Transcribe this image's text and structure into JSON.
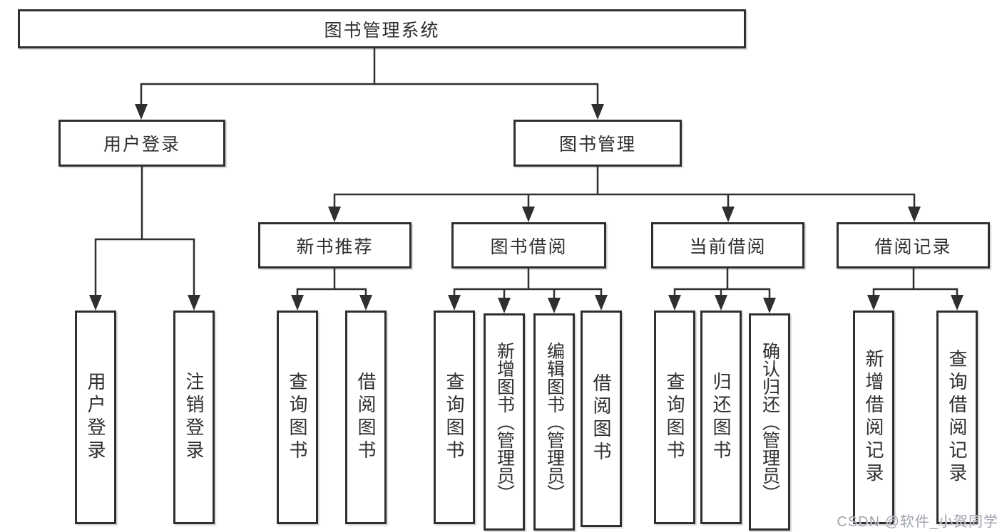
{
  "diagram_title": "图书管理系统",
  "nodes": {
    "root": {
      "label": "图书管理系统"
    },
    "user_login": {
      "label": "用户登录"
    },
    "book_mgmt": {
      "label": "图书管理"
    },
    "new_book_rec": {
      "label": "新书推荐"
    },
    "book_borrow": {
      "label": "图书借阅"
    },
    "current_borrow": {
      "label": "当前借阅"
    },
    "borrow_record": {
      "label": "借阅记录"
    },
    "leaf_user_login": {
      "label": "用户登录"
    },
    "leaf_logout": {
      "label": "注销登录"
    },
    "leaf_newbook_query": {
      "label": "查询图书"
    },
    "leaf_newbook_borrow": {
      "label": "借阅图书"
    },
    "leaf_bookborrow_query": {
      "label": "查询图书"
    },
    "leaf_bookborrow_add": {
      "label": "新增图书（管理员）"
    },
    "leaf_bookborrow_edit": {
      "label": "编辑图书（管理员）"
    },
    "leaf_bookborrow_borrow": {
      "label": "借阅图书"
    },
    "leaf_current_query": {
      "label": "查询图书"
    },
    "leaf_current_return": {
      "label": "归还图书"
    },
    "leaf_current_confirm": {
      "label": "确认归还（管理员）"
    },
    "leaf_record_add": {
      "label": "新增借阅记录"
    },
    "leaf_record_query": {
      "label": "查询借阅记录"
    }
  },
  "watermark": {
    "text": "CSDN @软件_小贺同学"
  },
  "colors": {
    "line": "#2f2f2f",
    "text": "#2f2f2f",
    "background": "#ffffff",
    "watermark": "#a0a4ae"
  }
}
